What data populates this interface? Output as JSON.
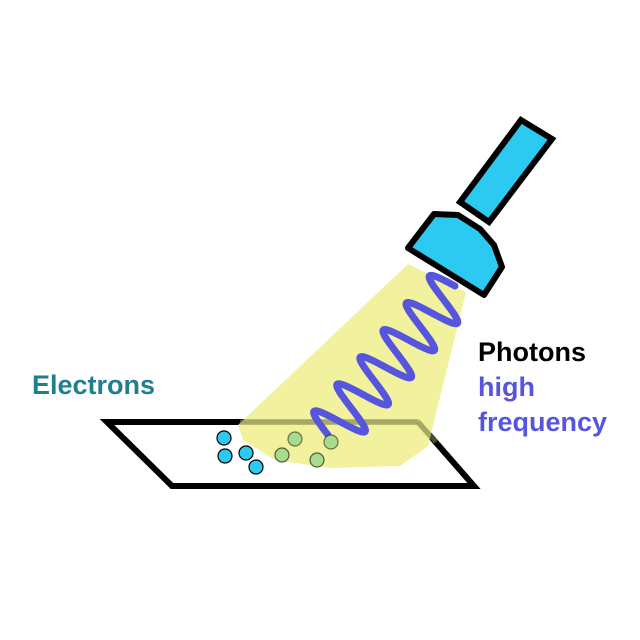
{
  "labels": {
    "electrons": "Electrons",
    "photons": "Photons",
    "frequency_high": "high",
    "frequency": "frequency"
  },
  "colors": {
    "electrons_text": "#1f7f8e",
    "photons_text": "#000000",
    "frequency_text": "#5555dd",
    "flashlight": "#2ccaf0",
    "light_beam": "#f0ee8c",
    "photon_wave": "#5555dd",
    "electron": "#2ccaf0",
    "electron_in_light": "#a6dc8c",
    "metal_plate_outline": "#000000"
  },
  "icons": {
    "flashlight": "flashlight-icon",
    "electron": "electron-icon",
    "photon_wave": "sine-wave-icon"
  },
  "electrons_count": 8
}
